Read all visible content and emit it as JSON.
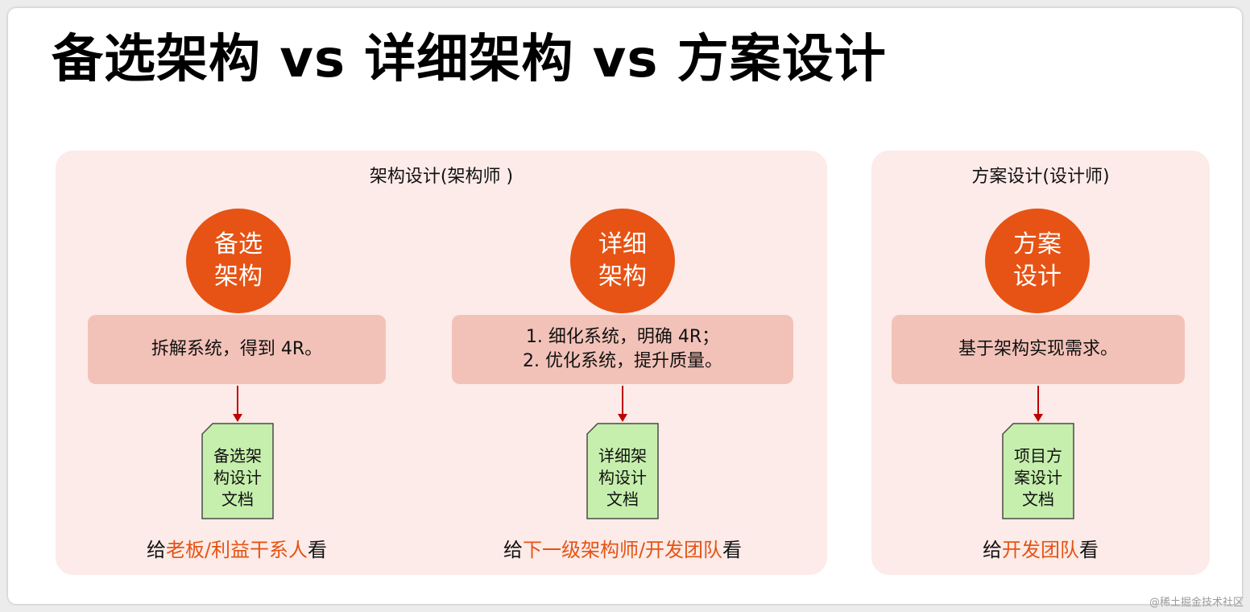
{
  "title": "备选架构 vs 详细架构 vs 方案设计",
  "colors": {
    "accent": "#e65314",
    "panel_bg": "#fcebe8",
    "box_bg": "#f2c2b8",
    "doc_fill": "#c6efad",
    "arrow": "#c00000"
  },
  "panels": {
    "architecture": {
      "title": "架构设计(架构师 )",
      "candidate": {
        "circle_lines": [
          "备选",
          "架构"
        ],
        "desc_lines": [
          "拆解系统，得到 4R。"
        ],
        "doc_lines": [
          "备选架",
          "构设计",
          "文档"
        ],
        "audience": {
          "prefix": "给",
          "target": "老板/利益干系人",
          "suffix": "看"
        }
      },
      "detailed": {
        "circle_lines": [
          "详细",
          "架构"
        ],
        "desc_lines": [
          "1.  细化系统，明确 4R；",
          "2.  优化系统，提升质量。"
        ],
        "doc_lines": [
          "详细架",
          "构设计",
          "文档"
        ],
        "audience": {
          "prefix": "给",
          "target": "下一级架构师/开发团队",
          "suffix": "看"
        }
      }
    },
    "plan": {
      "title": "方案设计(设计师)",
      "circle_lines": [
        "方案",
        "设计"
      ],
      "desc_lines": [
        "基于架构实现需求。"
      ],
      "doc_lines": [
        "项目方",
        "案设计",
        "文档"
      ],
      "audience": {
        "prefix": "给",
        "target": "开发团队",
        "suffix": "看"
      }
    }
  },
  "watermark": "@稀土掘金技术社区"
}
